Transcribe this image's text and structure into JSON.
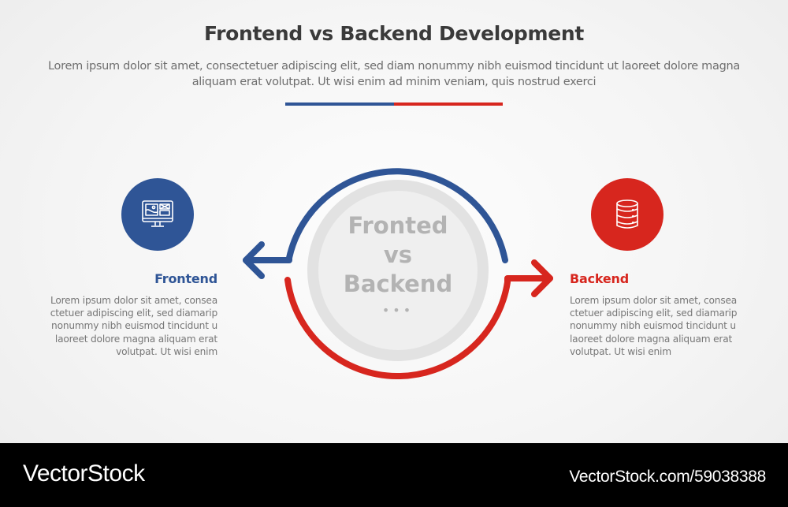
{
  "header": {
    "title": "Frontend vs Backend Development",
    "subtitle": "Lorem ipsum dolor sit amet, consectetuer adipiscing elit, sed diam nonummy nibh euismod tincidunt ut laoreet dolore magna aliquam erat volutpat. Ut wisi enim ad minim veniam, quis nostrud exerci"
  },
  "colors": {
    "blue": "#2f5596",
    "red": "#d7261e",
    "gray_circle": "#e2e2e2",
    "gray_fill": "#efefef"
  },
  "center": {
    "line1": "Fronted",
    "line2": "vs",
    "line3": "Backend",
    "dots": "•••"
  },
  "left": {
    "icon": "monitor-dashboard-icon",
    "title": "Frontend",
    "description": "Lorem ipsum dolor sit amet, consea ctetuer adipiscing elit, sed diamarip nonummy nibh euismod tincidunt u laoreet dolore magna aliquam erat volutpat. Ut wisi enim"
  },
  "right": {
    "icon": "database-server-icon",
    "title": "Backend",
    "description": "Lorem ipsum dolor sit amet, consea ctetuer adipiscing elit, sed diamarip nonummy nibh euismod tincidunt u laoreet dolore magna aliquam erat volutpat. Ut wisi enim"
  },
  "footer": {
    "brand": "VectorStock",
    "url": "VectorStock.com/59038388"
  }
}
